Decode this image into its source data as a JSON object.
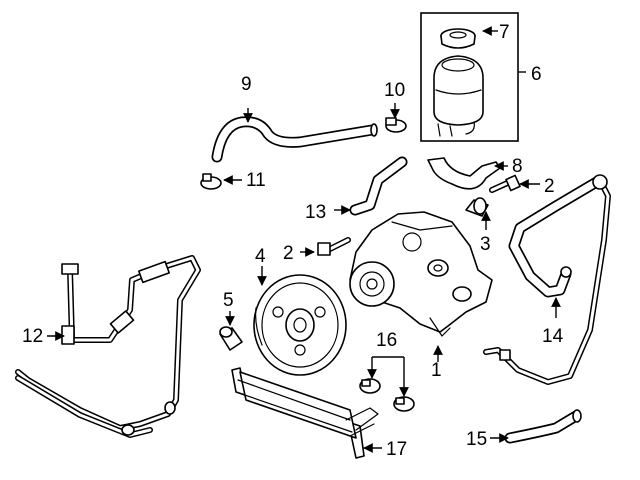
{
  "callouts": {
    "c1": "1",
    "c2a": "2",
    "c2b": "2",
    "c3": "3",
    "c4": "4",
    "c5": "5",
    "c6": "6",
    "c7": "7",
    "c8": "8",
    "c9": "9",
    "c10": "10",
    "c11": "11",
    "c12": "12",
    "c13": "13",
    "c14": "14",
    "c15": "15",
    "c16": "16",
    "c17": "17"
  }
}
